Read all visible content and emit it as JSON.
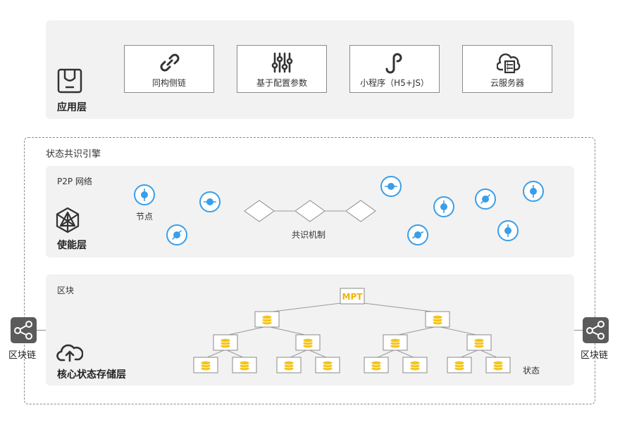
{
  "app_layer": {
    "title": "应用层",
    "cards": [
      {
        "label": "同构侧链",
        "icon": "link-icon"
      },
      {
        "label": "基于配置参数",
        "icon": "sliders-icon"
      },
      {
        "label": "小程序（H5+JS）",
        "icon": "miniprogram-icon"
      },
      {
        "label": "云服务器",
        "icon": "cloud-server-icon"
      }
    ]
  },
  "engine": {
    "title": "状态共识引擎"
  },
  "enable_layer": {
    "title": "使能层",
    "network_label": "P2P 网络",
    "node_label": "节点",
    "consensus_label": "共识机制"
  },
  "storage_layer": {
    "title": "核心状态存储层",
    "block_label": "区块",
    "root_label": "MPT",
    "state_label": "状态"
  },
  "side": {
    "left_label": "区块链",
    "right_label": "区块链"
  },
  "colors": {
    "node_blue": "#3b9ee8",
    "coin_yellow": "#f5c518",
    "mpt_text": "#f0b400",
    "panel": "#f2f2f2",
    "side_box": "#5b5b5b"
  }
}
